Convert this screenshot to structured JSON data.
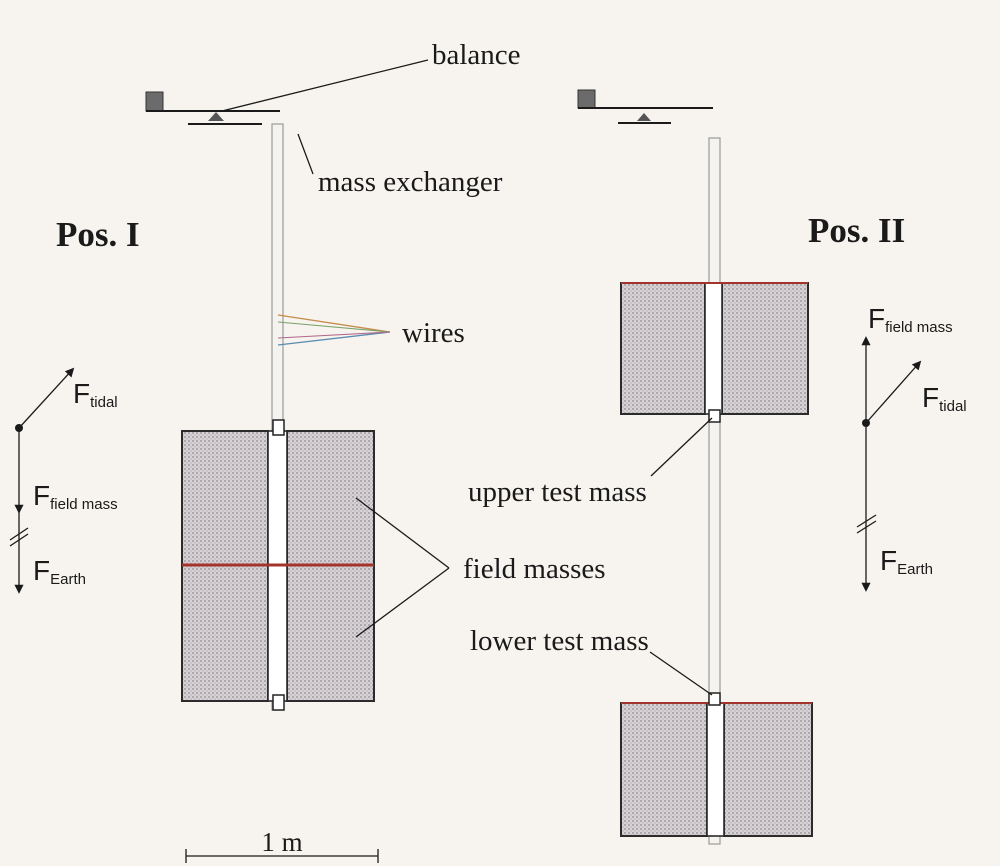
{
  "labels": {
    "balance": "balance",
    "mass_exchanger": "mass exchanger",
    "pos1": "Pos. I",
    "pos2": "Pos. II",
    "wires": "wires",
    "upper_test_mass": "upper test mass",
    "field_masses": "field masses",
    "lower_test_mass": "lower test mass",
    "scale": "1 m"
  },
  "forces": {
    "F": "F",
    "tidal_sub": "tidal",
    "field_mass_sub": "field mass",
    "earth_sub": "Earth"
  }
}
